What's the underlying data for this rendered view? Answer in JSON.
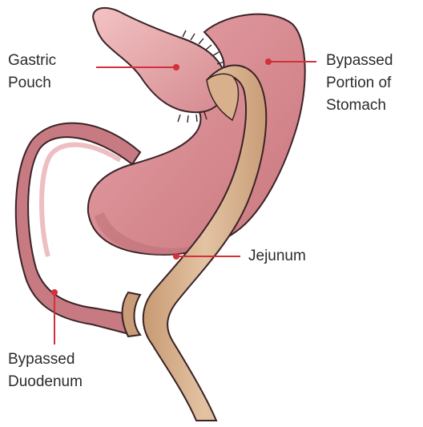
{
  "labels": {
    "gastric_pouch": "Gastric\nPouch",
    "bypassed_stomach": "Bypassed\nPortion of\nStomach",
    "jejunum": "Jejunum",
    "bypassed_duodenum": "Bypassed\nDuodenum"
  },
  "colors": {
    "stomach_fill": "#d98b91",
    "stomach_dark": "#b5656c",
    "stomach_outline": "#3a2326",
    "jejunum_fill": "#dbb593",
    "jejunum_shade": "#c99d77",
    "leader_line": "#d2303b",
    "leader_dot": "#d2303b",
    "text": "#2b2b2b"
  }
}
